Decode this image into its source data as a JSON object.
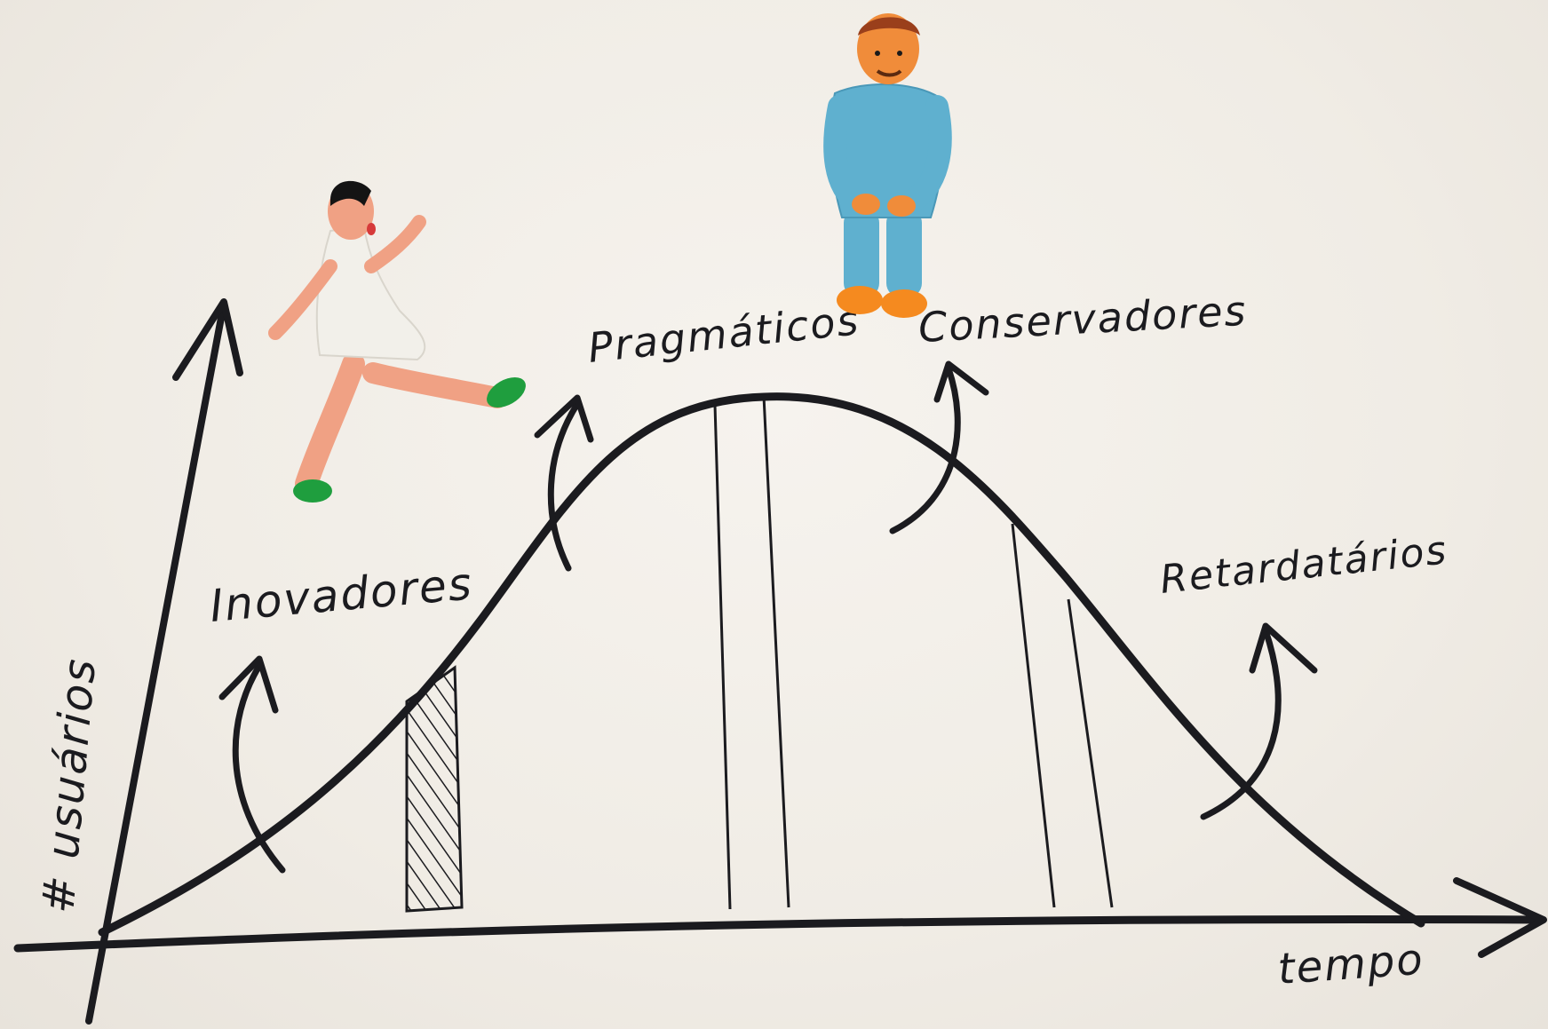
{
  "labels": {
    "y_axis": "# usuários",
    "x_axis": "tempo",
    "innovators": "Inovadores",
    "pragmatists": "Pragmáticos",
    "conservatives": "Conservadores",
    "laggards": "Retardatários"
  },
  "figures": [
    {
      "name": "clay-figure-running",
      "shirt_color": "#f2f0ea",
      "skin_color": "#f0a184",
      "shoe_color": "#1f9e3e"
    },
    {
      "name": "clay-figure-standing",
      "shirt_color": "#5fb0cf",
      "skin_color": "#f08c3a",
      "shoe_color": "#f58a1f"
    }
  ],
  "colors": {
    "ink": "#1b1b1f",
    "paper": "#f1ede6"
  }
}
